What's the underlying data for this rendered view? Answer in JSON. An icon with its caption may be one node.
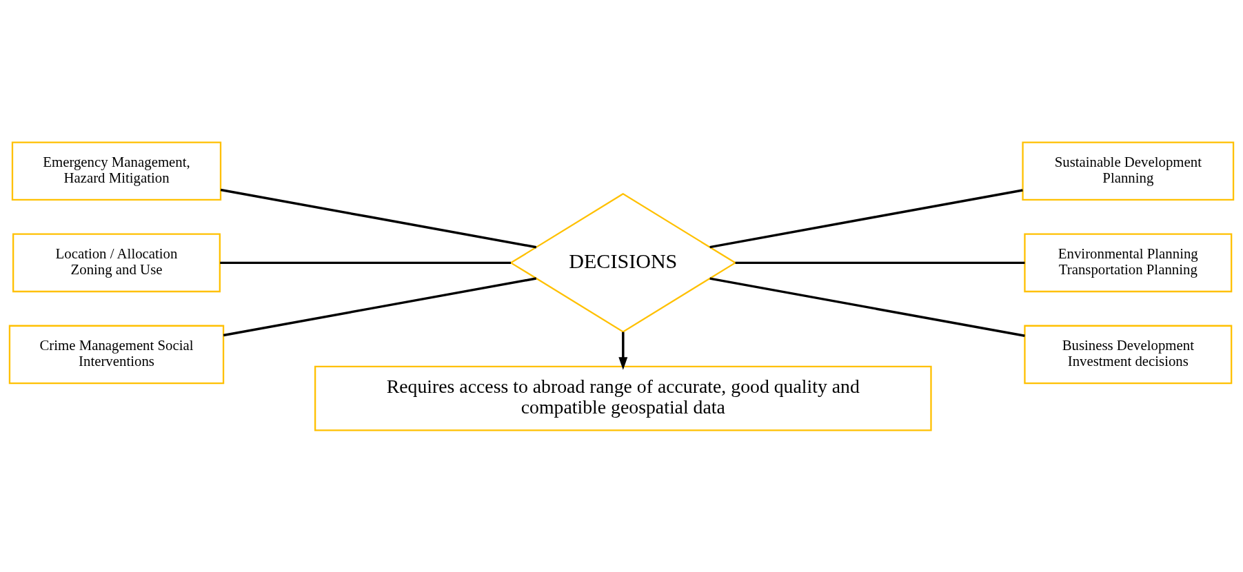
{
  "diagram": {
    "nodes": [
      {
        "text": [
          "Emergency Management, Hazard Mitigation"
        ]
      },
      {
        "text": [
          "Location / Allocation Zoning and Use"
        ]
      },
      {
        "text": [
          "Crime Management Social Interventions"
        ]
      },
      {
        "text": [
          "DECISIONS"
        ]
      },
      {
        "text": [
          "Sustainable Development Planning"
        ]
      },
      {
        "text": [
          "Environmental Planning Transportation Planning"
        ]
      },
      {
        "text": [
          "Business Development Investment decisions"
        ]
      },
      {
        "text": [
          "Requires access to abroad range of accurate, good quality and compatible geospatial data"
        ]
      }
    ],
    "edges": [
      {
        "from": 0,
        "to": 3,
        "arrow": "none"
      },
      {
        "from": 1,
        "to": 3,
        "arrow": "none"
      },
      {
        "from": 2,
        "to": 3,
        "arrow": "none"
      },
      {
        "from": 3,
        "to": 4,
        "arrow": "none"
      },
      {
        "from": 3,
        "to": 5,
        "arrow": "none"
      },
      {
        "from": 3,
        "to": 6,
        "arrow": "none"
      },
      {
        "from": 3,
        "to": 7,
        "arrow": "to"
      }
    ]
  }
}
